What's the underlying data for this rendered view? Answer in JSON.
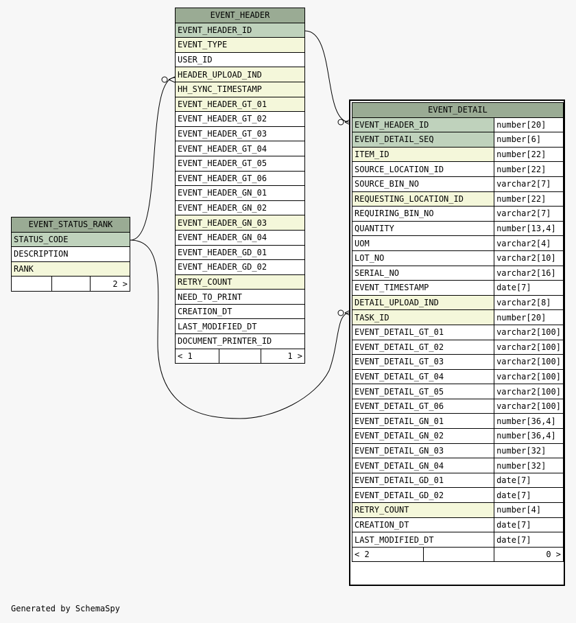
{
  "footer": "Generated by SchemaSpy",
  "event_status_rank": {
    "name": "EVENT_STATUS_RANK",
    "columns": [
      {
        "name": "STATUS_CODE",
        "kind": "pk"
      },
      {
        "name": "DESCRIPTION",
        "kind": "normal"
      },
      {
        "name": "RANK",
        "kind": "fk"
      }
    ],
    "footer": [
      "",
      "",
      "2 >"
    ]
  },
  "event_header": {
    "name": "EVENT_HEADER",
    "columns": [
      {
        "name": "EVENT_HEADER_ID",
        "kind": "pk"
      },
      {
        "name": "EVENT_TYPE",
        "kind": "fk"
      },
      {
        "name": "USER_ID",
        "kind": "normal"
      },
      {
        "name": "HEADER_UPLOAD_IND",
        "kind": "fk"
      },
      {
        "name": "HH_SYNC_TIMESTAMP",
        "kind": "fk"
      },
      {
        "name": "EVENT_HEADER_GT_01",
        "kind": "fk"
      },
      {
        "name": "EVENT_HEADER_GT_02",
        "kind": "normal"
      },
      {
        "name": "EVENT_HEADER_GT_03",
        "kind": "normal"
      },
      {
        "name": "EVENT_HEADER_GT_04",
        "kind": "normal"
      },
      {
        "name": "EVENT_HEADER_GT_05",
        "kind": "normal"
      },
      {
        "name": "EVENT_HEADER_GT_06",
        "kind": "normal"
      },
      {
        "name": "EVENT_HEADER_GN_01",
        "kind": "normal"
      },
      {
        "name": "EVENT_HEADER_GN_02",
        "kind": "normal"
      },
      {
        "name": "EVENT_HEADER_GN_03",
        "kind": "fk"
      },
      {
        "name": "EVENT_HEADER_GN_04",
        "kind": "normal"
      },
      {
        "name": "EVENT_HEADER_GD_01",
        "kind": "normal"
      },
      {
        "name": "EVENT_HEADER_GD_02",
        "kind": "normal"
      },
      {
        "name": "RETRY_COUNT",
        "kind": "fk"
      },
      {
        "name": "NEED_TO_PRINT",
        "kind": "normal"
      },
      {
        "name": "CREATION_DT",
        "kind": "normal"
      },
      {
        "name": "LAST_MODIFIED_DT",
        "kind": "normal"
      },
      {
        "name": "DOCUMENT_PRINTER_ID",
        "kind": "normal"
      }
    ],
    "footer": [
      "< 1",
      "",
      "1 >"
    ]
  },
  "event_detail": {
    "name": "EVENT_DETAIL",
    "columns": [
      {
        "name": "EVENT_HEADER_ID",
        "type": "number[20]",
        "kind": "pk"
      },
      {
        "name": "EVENT_DETAIL_SEQ",
        "type": "number[6]",
        "kind": "pk"
      },
      {
        "name": "ITEM_ID",
        "type": "number[22]",
        "kind": "fk"
      },
      {
        "name": "SOURCE_LOCATION_ID",
        "type": "number[22]",
        "kind": "normal"
      },
      {
        "name": "SOURCE_BIN_NO",
        "type": "varchar2[7]",
        "kind": "normal"
      },
      {
        "name": "REQUESTING_LOCATION_ID",
        "type": "number[22]",
        "kind": "fk"
      },
      {
        "name": "REQUIRING_BIN_NO",
        "type": "varchar2[7]",
        "kind": "normal"
      },
      {
        "name": "QUANTITY",
        "type": "number[13,4]",
        "kind": "normal"
      },
      {
        "name": "UOM",
        "type": "varchar2[4]",
        "kind": "normal"
      },
      {
        "name": "LOT_NO",
        "type": "varchar2[10]",
        "kind": "normal"
      },
      {
        "name": "SERIAL_NO",
        "type": "varchar2[16]",
        "kind": "normal"
      },
      {
        "name": "EVENT_TIMESTAMP",
        "type": "date[7]",
        "kind": "normal"
      },
      {
        "name": "DETAIL_UPLOAD_IND",
        "type": "varchar2[8]",
        "kind": "fk"
      },
      {
        "name": "TASK_ID",
        "type": "number[20]",
        "kind": "fk"
      },
      {
        "name": "EVENT_DETAIL_GT_01",
        "type": "varchar2[100]",
        "kind": "normal"
      },
      {
        "name": "EVENT_DETAIL_GT_02",
        "type": "varchar2[100]",
        "kind": "normal"
      },
      {
        "name": "EVENT_DETAIL_GT_03",
        "type": "varchar2[100]",
        "kind": "normal"
      },
      {
        "name": "EVENT_DETAIL_GT_04",
        "type": "varchar2[100]",
        "kind": "normal"
      },
      {
        "name": "EVENT_DETAIL_GT_05",
        "type": "varchar2[100]",
        "kind": "normal"
      },
      {
        "name": "EVENT_DETAIL_GT_06",
        "type": "varchar2[100]",
        "kind": "normal"
      },
      {
        "name": "EVENT_DETAIL_GN_01",
        "type": "number[36,4]",
        "kind": "normal"
      },
      {
        "name": "EVENT_DETAIL_GN_02",
        "type": "number[36,4]",
        "kind": "normal"
      },
      {
        "name": "EVENT_DETAIL_GN_03",
        "type": "number[32]",
        "kind": "normal"
      },
      {
        "name": "EVENT_DETAIL_GN_04",
        "type": "number[32]",
        "kind": "normal"
      },
      {
        "name": "EVENT_DETAIL_GD_01",
        "type": "date[7]",
        "kind": "normal"
      },
      {
        "name": "EVENT_DETAIL_GD_02",
        "type": "date[7]",
        "kind": "normal"
      },
      {
        "name": "RETRY_COUNT",
        "type": "number[4]",
        "kind": "fk"
      },
      {
        "name": "CREATION_DT",
        "type": "date[7]",
        "kind": "normal"
      },
      {
        "name": "LAST_MODIFIED_DT",
        "type": "date[7]",
        "kind": "normal"
      }
    ],
    "footer": [
      "< 2",
      "",
      "0 >"
    ]
  },
  "colors": {
    "header_bg": "#9aab94",
    "pk_bg": "#bfd2bc",
    "fk_bg": "#f4f7da",
    "page_bg": "#f7f7f7"
  }
}
